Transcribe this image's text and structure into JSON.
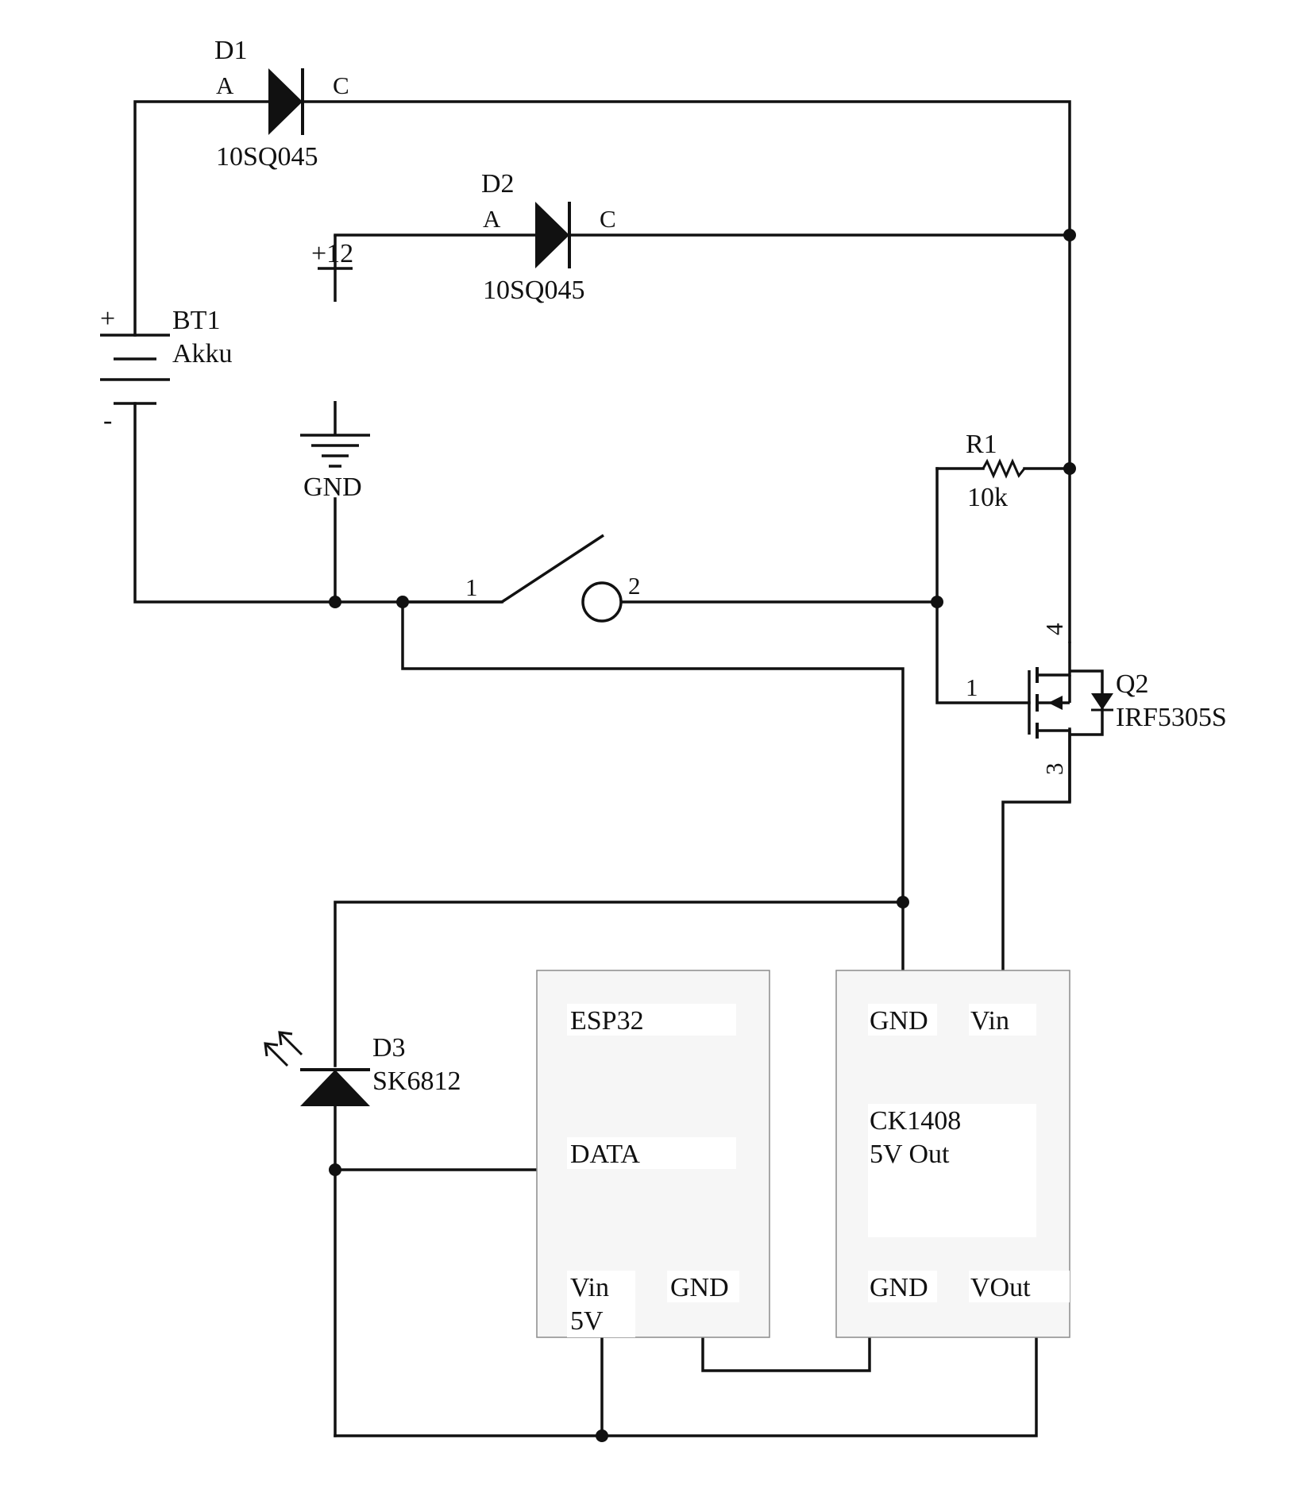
{
  "colors": {
    "line": "#111111",
    "module_fill": "#f6f6f6",
    "module_border": "#8c8c8c"
  },
  "components": {
    "d1": {
      "ref": "D1",
      "value": "10SQ045",
      "pin_a": "A",
      "pin_c": "C"
    },
    "d2": {
      "ref": "D2",
      "value": "10SQ045",
      "pin_a": "A",
      "pin_c": "C"
    },
    "supply": {
      "label": "+12"
    },
    "bt1": {
      "ref": "BT1",
      "value": "Akku",
      "plus": "+",
      "minus": "-"
    },
    "gnd": {
      "label": "GND"
    },
    "r1": {
      "ref": "R1",
      "value": "10k"
    },
    "switch": {
      "pin1": "1",
      "pin2": "2"
    },
    "q2": {
      "ref": "Q2",
      "value": "IRF5305S",
      "pin_gate": "1",
      "pin_source": "4",
      "pin_drain": "3"
    },
    "d3": {
      "ref": "D3",
      "value": "SK6812"
    },
    "esp32": {
      "title": "ESP32",
      "data": "DATA",
      "vin_line1": "Vin",
      "vin_line2": "5V",
      "gnd": "GND"
    },
    "ck1408": {
      "gnd_in": "GND",
      "vin": "Vin",
      "title_line1": "CK1408",
      "title_line2": "5V Out",
      "gnd_out": "GND",
      "vout": "VOut"
    }
  }
}
